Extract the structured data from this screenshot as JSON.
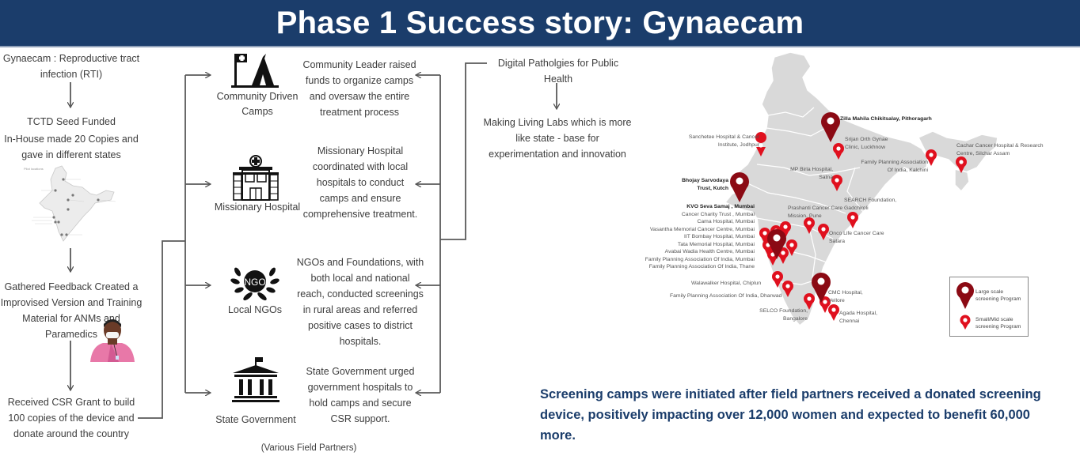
{
  "header": {
    "title": "Phase 1 Success story: Gynaecam"
  },
  "journey": {
    "step1": "Gynaecam : Reproductive tract infection (RTI)",
    "step2": "TCTD Seed Funded",
    "step3": "In-House made 20 Copies and gave in different states",
    "step3_map_caption": "Pilot locations",
    "step4": "Gathered Feedback Created a Improvised Version  and Training Material for ANMs and Paramedics",
    "step5": "Received CSR Grant to build 100 copies of the device and donate around the country"
  },
  "partners": {
    "footer": "(Various Field Partners)",
    "items": [
      {
        "icon": "camp-tent-icon",
        "label": "Community Driven Camps",
        "description": "Community Leader raised funds to organize camps and oversaw the entire treatment process"
      },
      {
        "icon": "hospital-icon",
        "label": "Missionary Hospital",
        "description": "Missionary Hospital coordinated with local hospitals to conduct camps and ensure comprehensive treatment."
      },
      {
        "icon": "ngo-laurel-icon",
        "label": "Local NGOs",
        "description": "NGOs and Foundations, with both local and national reach, conducted screenings in rural areas and referred positive cases to district hospitals."
      },
      {
        "icon": "government-building-icon",
        "label": "State Government",
        "description": "State Government urged government hospitals to hold camps and secure CSR support."
      }
    ]
  },
  "future": {
    "step1": "Digital Patholgies for Public Health",
    "step2": "Making Living Labs which is more like state - base for experimentation and innovation"
  },
  "map": {
    "colors": {
      "large": "#8b0a14",
      "small": "#e0101e",
      "land": "#d9d9d9"
    },
    "labels": {
      "zilla": "Zilla Mahila Chikitsalay, Pithoragarh",
      "sanchetee": "Sanchetee Hospital & Cancer Institute, Jodhpur",
      "srijan": "Srijan Orth Gynae Clinic, Luckhnow",
      "cachar": "Cachar Cancer Hospital & Research Centre, Silchar Assam",
      "fpa_kalchini": "Family Planning Association Of India, Kalchini",
      "mp_birla": "MP Birla Hospital, Satna",
      "bhojay": "Bhojay Sarvodaya Trust, Kutch",
      "search": "SEARCH Foundation, Gadchiroli",
      "prashanti": "Prashanti Cancer Care Mission, Pune",
      "onco": "Onco Life Cancer Care Satara",
      "walawalker": "Walawalker Hospital, Chiplun",
      "fpa_dharwad": "Family Planning Association Of India, Dharwad",
      "cmc": "CMC Hospital, Vellore",
      "selco": "SELCO Foundation, Bangalore",
      "agada": "Agada Hospital, Chennai"
    },
    "mumbai_list": [
      "KVO Seva Samaj , Mumbai",
      "Cancer Charity Trust , Mumbai",
      "Cama Hospital, Mumbai",
      "Vasantha Memorial Cancer Centre, Mumbai",
      "IIT Bombay Hospital, Mumbai",
      "Tata Memorial Hospital, Mumbai",
      "Avabai Wadia Health Centre, Mumbai",
      "Family Planning Association Of India, Mumbai",
      "Family Planning Association Of India, Thane"
    ],
    "legend": {
      "large": "Large scale screening Program",
      "small": "Small/Mid scale screening Program"
    }
  },
  "summary": "Screening camps were initiated after field partners received a donated screening device, positively impacting over 12,000 women and expected to benefit 60,000 more."
}
